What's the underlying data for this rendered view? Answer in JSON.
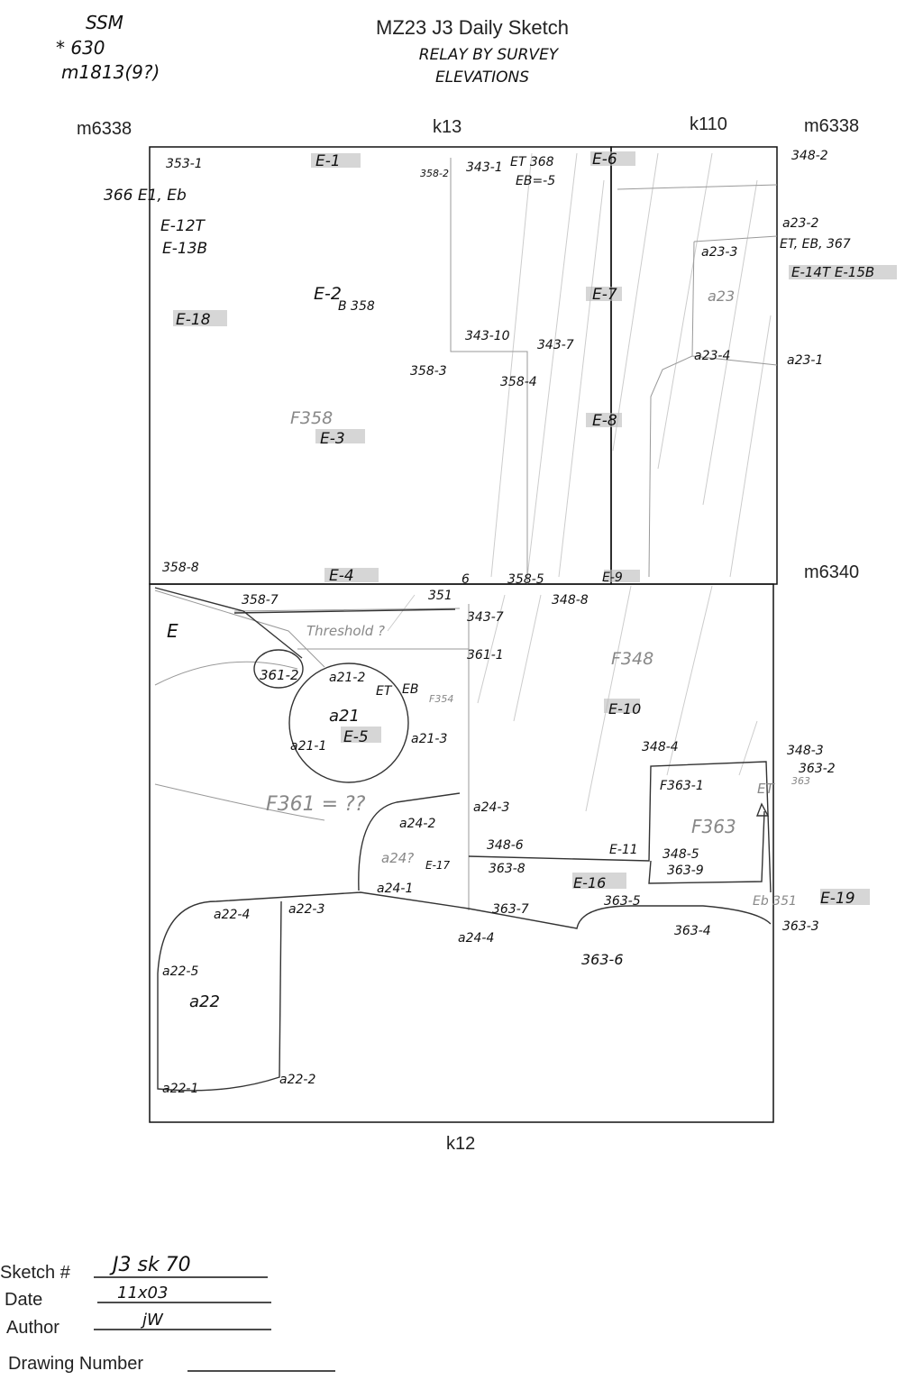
{
  "header": {
    "title": "MZ23 J3 Daily Sketch",
    "subtitle_1": "RELAY BY SURVEY",
    "subtitle_2": "ELEVATIONS",
    "note_1": "SSM",
    "note_2": "* 630",
    "note_3": "m1813(9?)"
  },
  "grid": {
    "nw": "m6338",
    "n": "k13",
    "ne_inner": "k110",
    "ne": "m6338",
    "e": "m6340",
    "s": "k12"
  },
  "labels": {
    "l353_1": "353-1",
    "e1": "E-1",
    "l358_2": "358-2",
    "l343_1": "343-1",
    "et368": "ET 368",
    "eb5": "EB=-5",
    "e6": "E-6",
    "l348_2": "348-2",
    "l366": "366 E1, Eb",
    "e12": "E-12T",
    "e13": "E-13B",
    "e18": "E-18",
    "e2": "E-2",
    "b358": "B 358",
    "e7": "E-7",
    "a23_2": "a23-2",
    "a23_3": "a23-3",
    "etb367": "ET, EB, 367",
    "e14": "E-14T E-15B",
    "a23": "a23",
    "a23_4": "a23-4",
    "a23_1": "a23-1",
    "l343_10": "343-10",
    "l343_7a": "343-7",
    "l358_3": "358-3",
    "l358_4": "358-4",
    "f358": "F358",
    "e3": "E-3",
    "e8": "E-8",
    "l358_8": "358-8",
    "e4": "E-4",
    "six": "6",
    "l358_5": "358-5",
    "e9": "E-9",
    "l358_7": "358-7",
    "l351": "351",
    "l348_8": "348-8",
    "l343_7": "343-7",
    "e": "E",
    "threshold": "Threshold ?",
    "l361_1": "361-1",
    "l361_2": "361-2",
    "a21_2": "a21-2",
    "et": "ET",
    "eb": "EB",
    "f354": "F354",
    "f348": "F348",
    "e10": "E-10",
    "a21": "a21",
    "e5": "E-5",
    "a21_1": "a21-1",
    "a21_3": "a21-3",
    "l348_4": "348-4",
    "l348_3": "348-3",
    "l363_2": "363-2",
    "l363": "363",
    "f363_1": "F363-1",
    "et2": "ET",
    "f361": "F361 = ??",
    "a24_3": "a24-3",
    "a24_2": "a24-2",
    "f363": "F363",
    "a24q": "a24?",
    "l348_6": "348-6",
    "e11": "E-11",
    "l348_5": "348-5",
    "e17": "E-17",
    "l363_8": "363-8",
    "l363_9": "363-9",
    "e16": "E-16",
    "a24_1": "a24-1",
    "eb351": "Eb 351",
    "e19": "E-19",
    "a22_4": "a22-4",
    "a22_3": "a22-3",
    "l363_7": "363-7",
    "l363_5": "363-5",
    "l363_4": "363-4",
    "l363_3": "363-3",
    "a24_4": "a24-4",
    "l363_6": "363-6",
    "a22_5": "a22-5",
    "a22": "a22",
    "a22_1": "a22-1",
    "a22_2": "a22-2"
  },
  "footer": {
    "sketch_label": "Sketch #",
    "sketch_value": "J3 sk 70",
    "date_label": "Date",
    "date_value": "11x03",
    "author_label": "Author",
    "author_value": "jW",
    "drawing_label": "Drawing Number",
    "drawing_value": ""
  }
}
